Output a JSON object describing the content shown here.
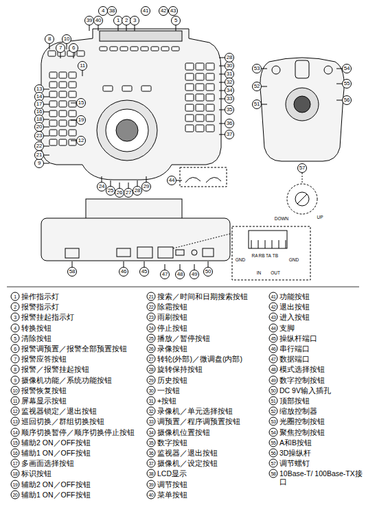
{
  "diagram": {
    "labels": [
      "1",
      "2",
      "3",
      "4",
      "5",
      "6",
      "7",
      "8",
      "9",
      "10",
      "11",
      "12",
      "13",
      "14",
      "15",
      "16",
      "17",
      "18",
      "19",
      "20",
      "21",
      "22",
      "23",
      "24",
      "25",
      "26",
      "27",
      "28",
      "29",
      "30",
      "31",
      "32",
      "33",
      "34",
      "35",
      "36",
      "37",
      "38",
      "39",
      "40",
      "41",
      "42",
      "43",
      "44",
      "45",
      "46",
      "47",
      "48",
      "49",
      "50",
      "51",
      "52",
      "53",
      "54",
      "55",
      "56",
      "57",
      "58",
      "28",
      "GND",
      "RA",
      "RB",
      "TA",
      "TB",
      "GND",
      "IN",
      "OUT",
      "DOWN",
      "UP",
      "1",
      "操作指示灯",
      "2",
      "报警指示灯",
      "3",
      "报警挂起指示灯",
      "4",
      "转换按钮",
      "5",
      "清除按钮",
      "6",
      "报警调预置／报警全部预置按钮",
      "7",
      "报警应答按钮",
      "8",
      "报警／报警挂起按钮",
      "9",
      "摄像机功能／系统功能按钮",
      "10",
      "报警恢复按钮",
      "11",
      "屏幕显示按钮",
      "12",
      "监视器锁定／退出按钮",
      "13",
      "巡回切换／群组切换按钮",
      "14",
      "顺序切换暂停／顺序切换停止按钮",
      "15",
      "辅助2 ON／OFF按钮",
      "16",
      "辅助1 ON／OFF按钮",
      "17",
      "多画面选择按钮",
      "18",
      "标识按钮",
      "19",
      "辅助2 ON／OFF按钮",
      "20",
      "辅助1 ON／OFF按钮",
      "21",
      "搜索／时间和日期搜索按钮",
      "22",
      "除霜按钮",
      "23",
      "雨刷按钮",
      "24",
      "停止按钮",
      "25",
      "播放／暂停按钮",
      "26",
      "录像按钮",
      "27",
      "转轮(外部)／微调盘(内部)",
      "28",
      "旋转保持按钮",
      "29",
      "历史按钮",
      "30",
      "一按钮",
      "31",
      "+按钮",
      "32",
      "录像机／单元选择按钮",
      "33",
      "调预置／程序调预置按钮",
      "34",
      "摄像机位置按钮",
      "35",
      "数字按钮",
      "36",
      "监视器／退出按钮",
      "37",
      "摄像机／设定按钮",
      "38",
      "LCD显示",
      "39",
      "调节按钮",
      "40",
      "菜单按钮",
      "41",
      "功能按钮",
      "42",
      "退出按钮",
      "43",
      "进入按钮",
      "44",
      "支脚",
      "45",
      "操纵杆端口",
      "46",
      "串行端口",
      "47",
      "数据端口",
      "48",
      "模式选择按钮",
      "49",
      "数字控制按钮",
      "50",
      "DC 9V输入插孔",
      "51",
      "顶部按钮",
      "52",
      "缩放控制器",
      "53",
      "光圈控制按钮",
      "54",
      "聚焦控制按钮",
      "55",
      "A和B按钮",
      "56",
      "3D操纵杆",
      "57",
      "调节螺钉",
      "58",
      "10Base-T/ 100Base-TX接口"
    ]
  }
}
